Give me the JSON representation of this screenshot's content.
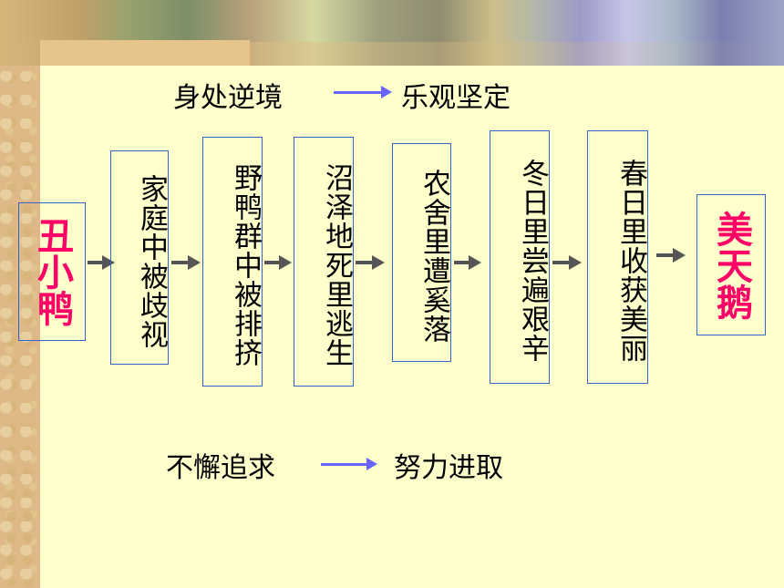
{
  "top_row": {
    "left": "身处逆境",
    "right": "乐观坚定"
  },
  "bottom_row": {
    "left": "不懈追求",
    "right": "努力进取"
  },
  "start_label": "丑小鸭",
  "end_label": "美天鹅",
  "stages": [
    "家庭中被歧视",
    "野鸭群中被排挤",
    "沼泽地死里逃生",
    "农舍里遭奚落",
    "冬日里尝遍艰辛",
    "春日里收获美丽"
  ],
  "colors": {
    "accent": "#ff0066",
    "arrow_blue": "#6666ff",
    "box_border": "#3366cc",
    "background": "#ffffcc"
  }
}
